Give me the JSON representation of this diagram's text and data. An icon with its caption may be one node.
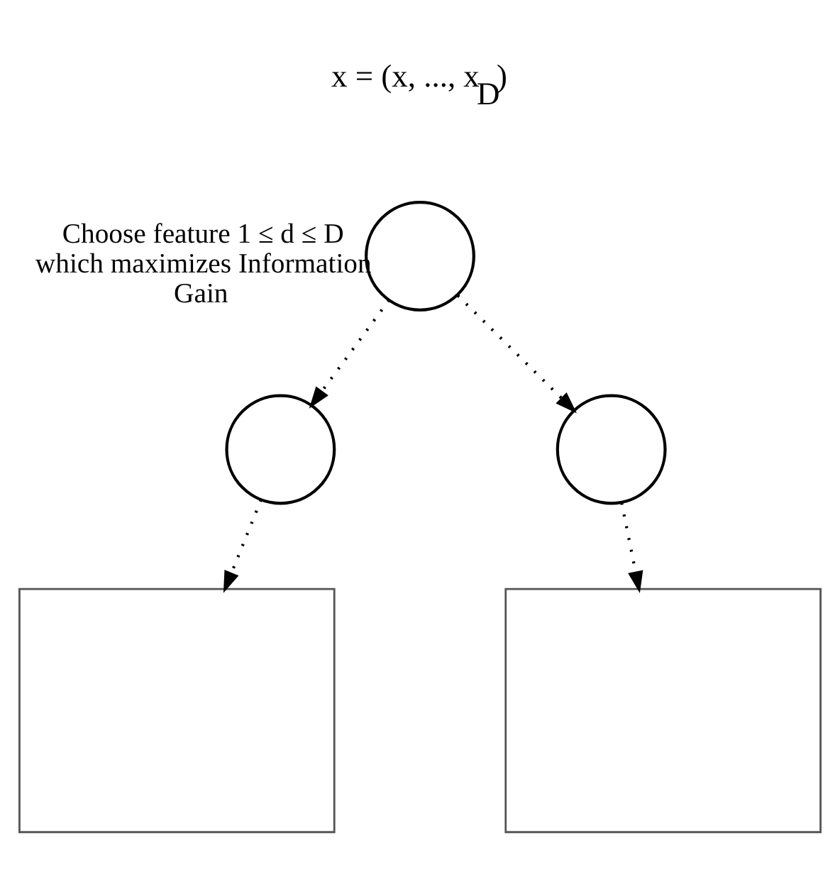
{
  "diagram": {
    "nodes": [
      {
        "text": [],
        "shape": "circle",
        "beside": [
          "Choose feature 1 ≤ d ≤ D which maximizes Information Gain"
        ]
      },
      {
        "text": [],
        "shape": "circle"
      },
      {
        "text": [],
        "shape": "circle"
      },
      {
        "text": [],
        "shape": "box"
      },
      {
        "text": [],
        "shape": "box"
      }
    ],
    "edges": [
      {
        "from": 0,
        "to": 1,
        "arrow": "to"
      },
      {
        "from": 0,
        "to": 2,
        "arrow": "to"
      },
      {
        "from": 1,
        "to": 3,
        "arrow": "to"
      },
      {
        "from": 2,
        "to": 4,
        "arrow": "to"
      }
    ],
    "labels": [
      "x = (x, ..., x$_{D}$)"
    ]
  }
}
